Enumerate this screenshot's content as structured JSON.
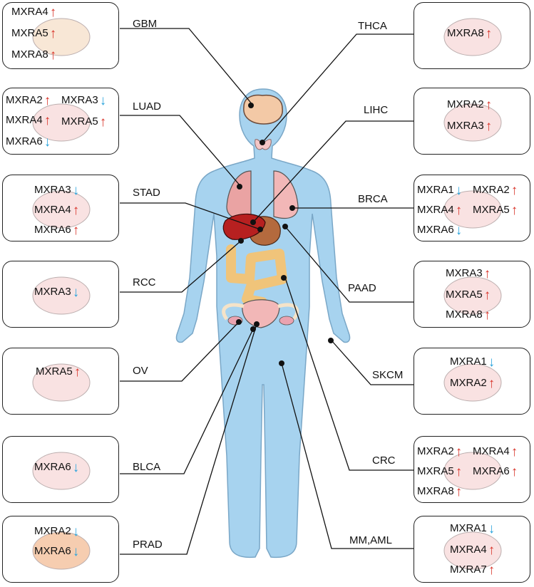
{
  "colors": {
    "up": "#d9352b",
    "down": "#2aa3dc",
    "body": "#a7d3ef",
    "body_stroke": "#7aa7c7"
  },
  "panels": [
    {
      "id": "gbm",
      "label": "GBM",
      "side": "left",
      "genes": [
        {
          "name": "MXRA4",
          "dir": "up"
        },
        {
          "name": "MXRA5",
          "dir": "up"
        },
        {
          "name": "MXRA8",
          "dir": "up"
        }
      ]
    },
    {
      "id": "luad",
      "label": "LUAD",
      "side": "left",
      "genes": [
        {
          "name": "MXRA2",
          "dir": "up"
        },
        {
          "name": "MXRA3",
          "dir": "down"
        },
        {
          "name": "MXRA4",
          "dir": "up"
        },
        {
          "name": "MXRA5",
          "dir": "up"
        },
        {
          "name": "MXRA6",
          "dir": "down"
        }
      ]
    },
    {
      "id": "stad",
      "label": "STAD",
      "side": "left",
      "genes": [
        {
          "name": "MXRA3",
          "dir": "down"
        },
        {
          "name": "MXRA4",
          "dir": "up"
        },
        {
          "name": "MXRA6",
          "dir": "up"
        }
      ]
    },
    {
      "id": "rcc",
      "label": "RCC",
      "side": "left",
      "genes": [
        {
          "name": "MXRA3",
          "dir": "down"
        }
      ]
    },
    {
      "id": "ov",
      "label": "OV",
      "side": "left",
      "genes": [
        {
          "name": "MXRA5",
          "dir": "up"
        }
      ]
    },
    {
      "id": "blca",
      "label": "BLCA",
      "side": "left",
      "genes": [
        {
          "name": "MXRA6",
          "dir": "down"
        }
      ]
    },
    {
      "id": "prad",
      "label": "PRAD",
      "side": "left",
      "genes": [
        {
          "name": "MXRA2",
          "dir": "down"
        },
        {
          "name": "MXRA6",
          "dir": "down"
        }
      ]
    },
    {
      "id": "thca",
      "label": "THCA",
      "side": "right",
      "genes": [
        {
          "name": "MXRA8",
          "dir": "up"
        }
      ]
    },
    {
      "id": "lihc",
      "label": "LIHC",
      "side": "right",
      "genes": [
        {
          "name": "MXRA2",
          "dir": "up"
        },
        {
          "name": "MXRA3",
          "dir": "up"
        }
      ]
    },
    {
      "id": "brca",
      "label": "BRCA",
      "side": "right",
      "genes": [
        {
          "name": "MXRA1",
          "dir": "down"
        },
        {
          "name": "MXRA2",
          "dir": "up"
        },
        {
          "name": "MXRA4",
          "dir": "up"
        },
        {
          "name": "MXRA5",
          "dir": "up"
        },
        {
          "name": "MXRA6",
          "dir": "down"
        }
      ]
    },
    {
      "id": "paad",
      "label": "PAAD",
      "side": "right",
      "genes": [
        {
          "name": "MXRA3",
          "dir": "up"
        },
        {
          "name": "MXRA5",
          "dir": "up"
        },
        {
          "name": "MXRA8",
          "dir": "up"
        }
      ]
    },
    {
      "id": "skcm",
      "label": "SKCM",
      "side": "right",
      "genes": [
        {
          "name": "MXRA1",
          "dir": "down"
        },
        {
          "name": "MXRA2",
          "dir": "up"
        }
      ]
    },
    {
      "id": "crc",
      "label": "CRC",
      "side": "right",
      "genes": [
        {
          "name": "MXRA2",
          "dir": "up"
        },
        {
          "name": "MXRA4",
          "dir": "up"
        },
        {
          "name": "MXRA5",
          "dir": "up"
        },
        {
          "name": "MXRA6",
          "dir": "up"
        },
        {
          "name": "MXRA8",
          "dir": "up"
        }
      ]
    },
    {
      "id": "mm-aml",
      "label": "MM,AML",
      "side": "right",
      "genes": [
        {
          "name": "MXRA1",
          "dir": "down"
        },
        {
          "name": "MXRA4",
          "dir": "up"
        },
        {
          "name": "MXRA7",
          "dir": "up"
        }
      ]
    }
  ]
}
